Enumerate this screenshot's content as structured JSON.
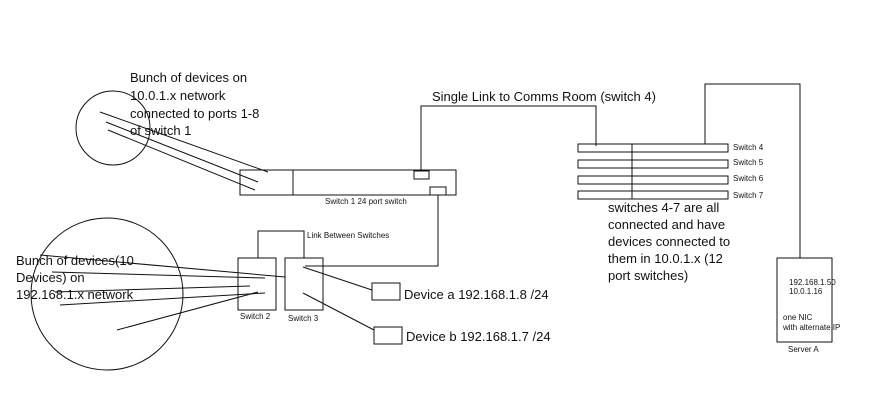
{
  "labels": {
    "note_devices_10": [
      "Bunch of devices on",
      "10.0.1.x network",
      "connected to ports 1-8",
      "of switch 1"
    ],
    "note_single_link": "Single Link to Comms Room (switch 4)",
    "switch1": "Switch 1 24 port switch",
    "link_between": "Link Between Switches",
    "note_devices_192": [
      "Bunch of devices(10",
      "Devices) on",
      "192.168.1.x  network"
    ],
    "switch2": "Switch 2",
    "switch3": "Switch 3",
    "device_a": "Device a 192.168.1.8 /24",
    "device_b": "Device b 192.168.1.7 /24",
    "switch4": "Switch 4",
    "switch5": "Switch 5",
    "switch6": "Switch 6",
    "switch7": "Switch 7",
    "note_switches": [
      "switches 4-7 are all",
      "connected and have",
      "devices connected to",
      "them in 10.0.1.x (12",
      "port switches)"
    ],
    "server_ips": [
      "192.168.1.50",
      "10.0.1.16"
    ],
    "server_nic": [
      "one NIC",
      "with alternate IP"
    ],
    "server_name": "Server A"
  }
}
